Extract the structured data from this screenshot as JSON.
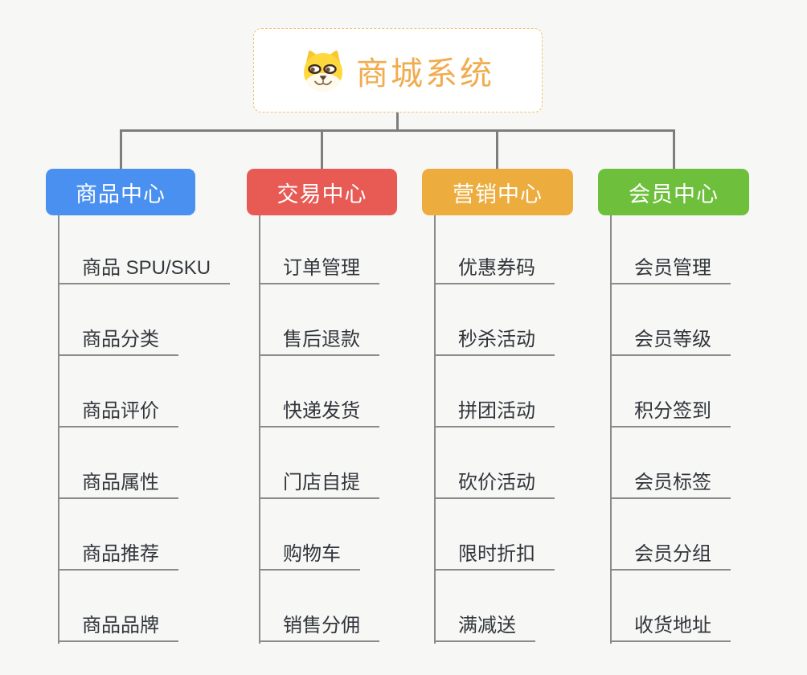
{
  "canvas": {
    "bg": "#F7F7F6",
    "connector_color": "#7E7E7E",
    "tree_line_color": "#8B8B8B"
  },
  "root": {
    "title": "商城系统",
    "icon": "shiba-dog-icon",
    "text_color": "#F0AC4E",
    "border_color": "#F3C170",
    "bg": "#FFFFFF"
  },
  "branches": [
    {
      "label": "商品中心",
      "color": "#4A90F0",
      "children": [
        "商品 SPU/SKU",
        "商品分类",
        "商品评价",
        "商品属性",
        "商品推荐",
        "商品品牌"
      ]
    },
    {
      "label": "交易中心",
      "color": "#E85B55",
      "children": [
        "订单管理",
        "售后退款",
        "快递发货",
        "门店自提",
        "购物车",
        "销售分佣"
      ]
    },
    {
      "label": "营销中心",
      "color": "#EDAD3E",
      "children": [
        "优惠券码",
        "秒杀活动",
        "拼团活动",
        "砍价活动",
        "限时折扣",
        "满减送"
      ]
    },
    {
      "label": "会员中心",
      "color": "#6EC03C",
      "children": [
        "会员管理",
        "会员等级",
        "积分签到",
        "会员标签",
        "会员分组",
        "收货地址"
      ]
    }
  ]
}
